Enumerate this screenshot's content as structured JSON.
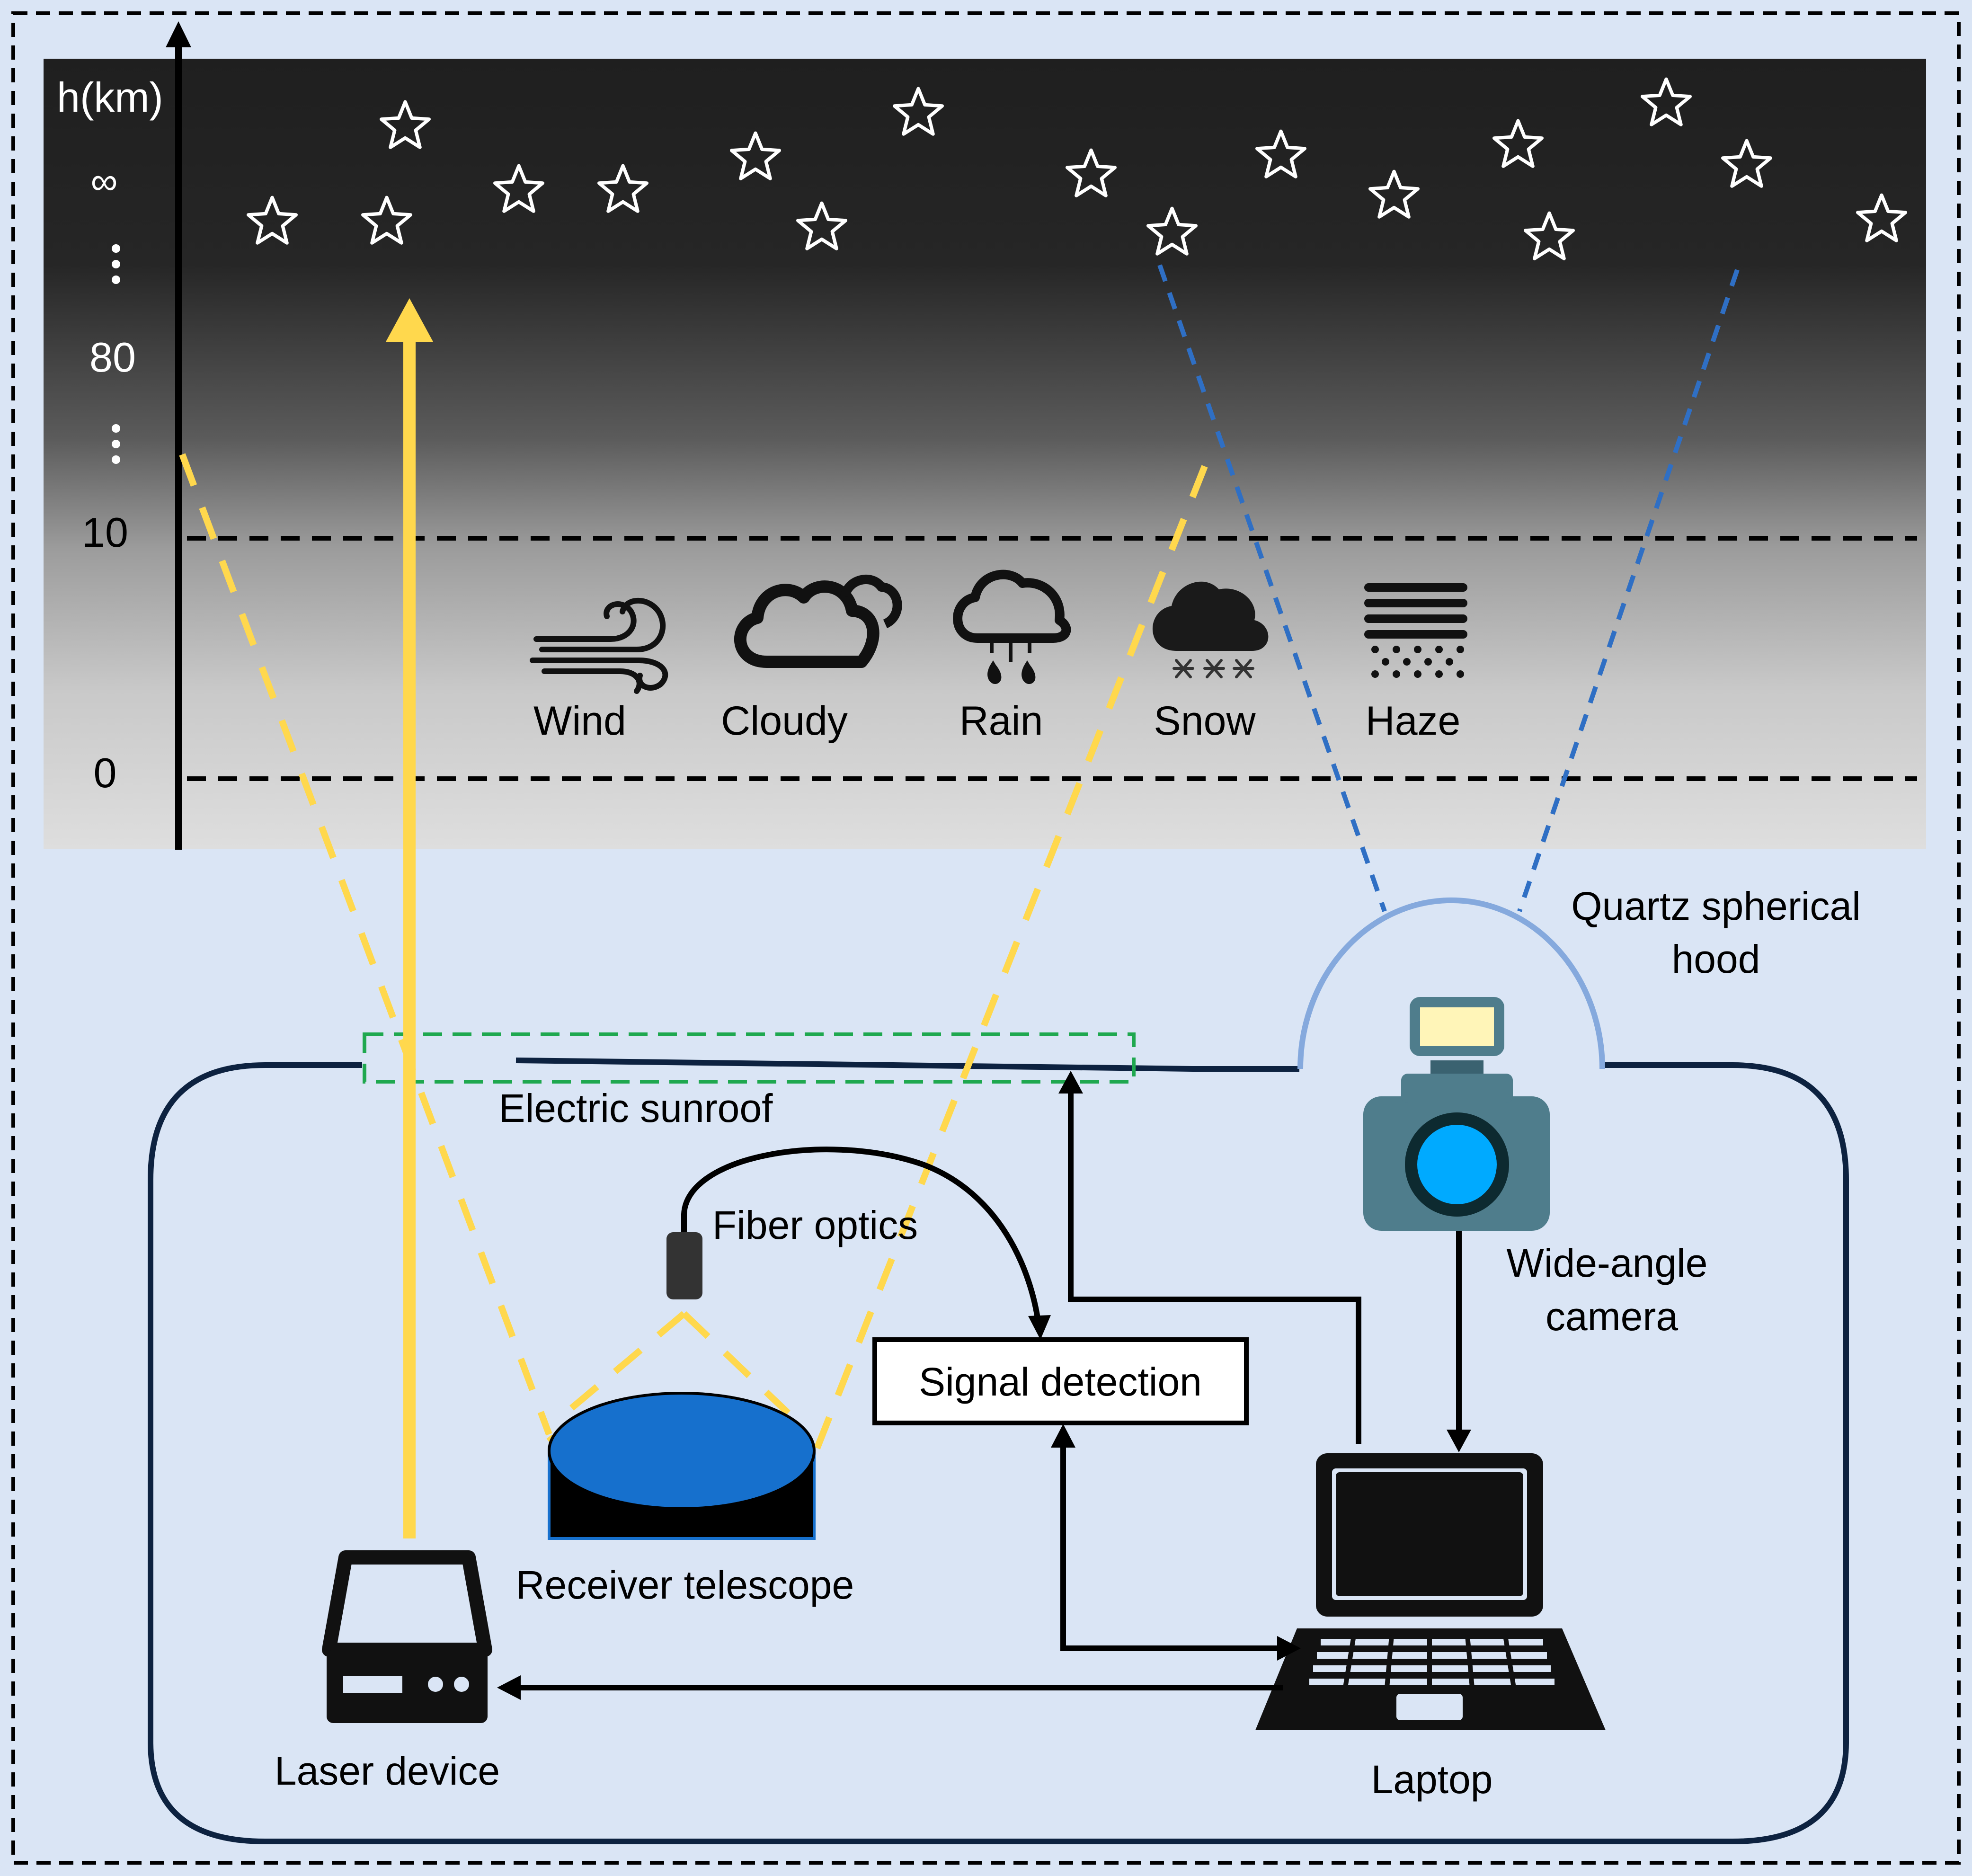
{
  "axis": {
    "unit_label": "h(km)",
    "ticks": [
      "∞",
      "80",
      "10",
      "0"
    ]
  },
  "weather": [
    {
      "label": "Wind",
      "icon": "wind-icon"
    },
    {
      "label": "Cloudy",
      "icon": "cloudy-icon"
    },
    {
      "label": "Rain",
      "icon": "rain-icon"
    },
    {
      "label": "Snow",
      "icon": "snow-icon"
    },
    {
      "label": "Haze",
      "icon": "haze-icon"
    }
  ],
  "components": {
    "electric_sunroof": "Electric sunroof",
    "fiber_optics": "Fiber optics",
    "signal_detection": "Signal detection",
    "receiver_telescope": "Receiver telescope",
    "laser_device": "Laser device",
    "laptop": "Laptop",
    "hood_line1": "Quartz spherical",
    "hood_line2": "hood",
    "camera_line1": "Wide-angle",
    "camera_line2": "camera"
  },
  "colors": {
    "background": "#dae5f5",
    "laser_beam": "#ffd84d",
    "camera_fov": "#2f6fc4",
    "sunroof_box": "#1fa84f",
    "vehicle_outline": "#0d2240",
    "telescope": "#1670cd",
    "hood": "#85a9dd",
    "camera_body": "#4f7d8c",
    "camera_lens": "#00aaff"
  }
}
